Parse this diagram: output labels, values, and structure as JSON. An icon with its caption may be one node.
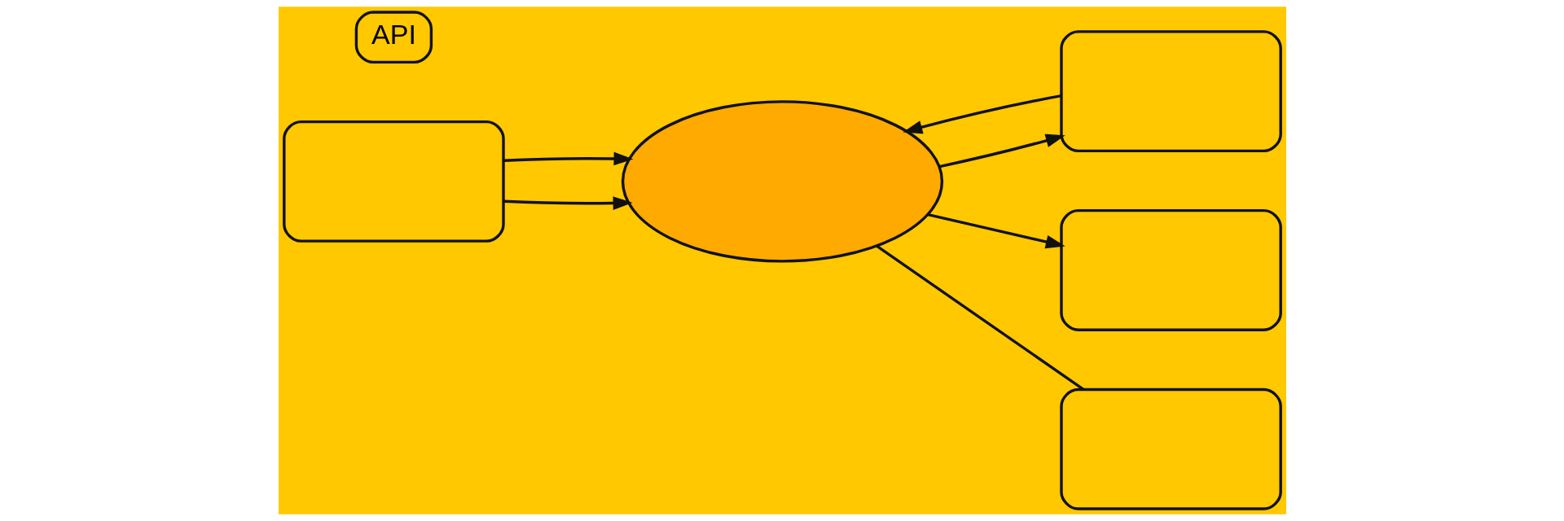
{
  "diagram": {
    "nodes": [
      {
        "text": [],
        "shape": "box"
      },
      {
        "text": [],
        "shape": "box"
      },
      {
        "text": [],
        "shape": "cloud"
      },
      {
        "text": [
          "API"
        ]
      },
      {
        "text": [],
        "shape": "box"
      },
      {
        "text": [],
        "shape": "box"
      }
    ],
    "edges": [
      {
        "from": 0,
        "to": 2,
        "arrow": "to"
      },
      {
        "from": 0,
        "to": 2,
        "arrow": "to"
      },
      {
        "from": 1,
        "to": 2,
        "arrow": "to"
      },
      {
        "from": 2,
        "to": 1,
        "arrow": "to"
      },
      {
        "from": 2,
        "to": 4,
        "arrow": "to"
      },
      {
        "from": 2,
        "to": 5,
        "arrow": "none"
      }
    ]
  }
}
